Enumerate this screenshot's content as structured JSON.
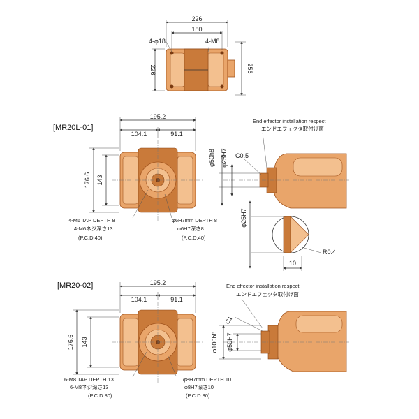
{
  "top_view": {
    "dim_width_outer": "226",
    "dim_width_inner": "180",
    "dim_height_left": "226",
    "dim_height_right": "256",
    "label_holes": "4-φ18",
    "label_tap": "4-M8"
  },
  "mr20l01": {
    "title": "[MR20L-01]",
    "dim_total": "195.2",
    "dim_left": "104.1",
    "dim_right": "91.1",
    "dim_height_outer": "176.6",
    "dim_height_inner": "143",
    "tap_en": "4-M6 TAP DEPTH 8",
    "tap_jp": "4-M6ネジ深さ13",
    "tap_pcd": "(P.C.D.40)",
    "pin_en": "φ6H7mm DEPTH 8",
    "pin_jp": "φ6H7深さ8",
    "pin_pcd": "(P.C.D.40)",
    "side_title_en": "End effector installation respect",
    "side_title_jp": "エンドエフェクタ取付け面",
    "dia1": "φ50h8",
    "dia2": "φ25H7",
    "chamfer": "C0.5",
    "detail_dia": "φ25H7",
    "detail_radius": "R0.4",
    "detail_depth": "10"
  },
  "mr2002": {
    "title": "[MR20-02]",
    "dim_total": "195.2",
    "dim_left": "104.1",
    "dim_right": "91.1",
    "dim_height_outer": "176.6",
    "dim_height_inner": "143",
    "tap_en": "6-M8 TAP DEPTH 13",
    "tap_jp": "6-M8ネジ深さ13",
    "tap_pcd": "(P.C.D.80)",
    "pin_en": "φ8H7mm DEPTH 10",
    "pin_jp": "φ8H7深さ10",
    "pin_pcd": "(P.C.D.80)",
    "side_title_en": "End effector installation respect",
    "side_title_jp": "エンドエフェクタ取付け面",
    "dia1": "φ100h8",
    "dia2": "φ50H7",
    "chamfer": "C1"
  },
  "colors": {
    "body": "#e9a56a",
    "body_light": "#f3c08f",
    "body_dark": "#c97a3a",
    "outline": "#a0521c",
    "dimension_line": "#333333"
  }
}
